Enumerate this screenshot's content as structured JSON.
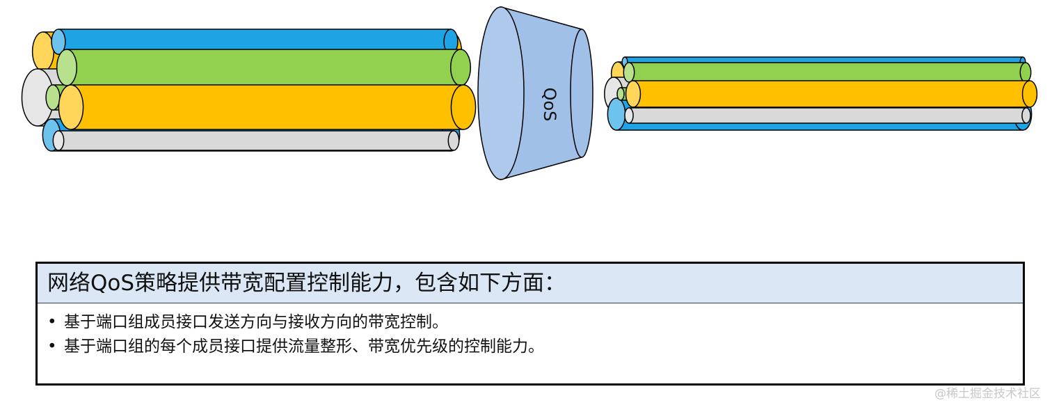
{
  "diagram": {
    "qos_label": "QoS",
    "colors": {
      "blue": "#1ea3e4",
      "green": "#92d050",
      "yellow": "#ffc000",
      "gray": "#d9d9d9",
      "funnel": "#a0c0e8",
      "outline": "#000000"
    }
  },
  "info_box": {
    "heading": "网络QoS策略提供带宽配置控制能力，包含如下方面：",
    "items": [
      "基于端口组成员接口发送方向与接收方向的带宽控制。",
      "基于端口组的每个成员接口提供流量整形、带宽优先级的控制能力。"
    ],
    "bullet": "•"
  },
  "watermark": "@稀土掘金技术社区"
}
